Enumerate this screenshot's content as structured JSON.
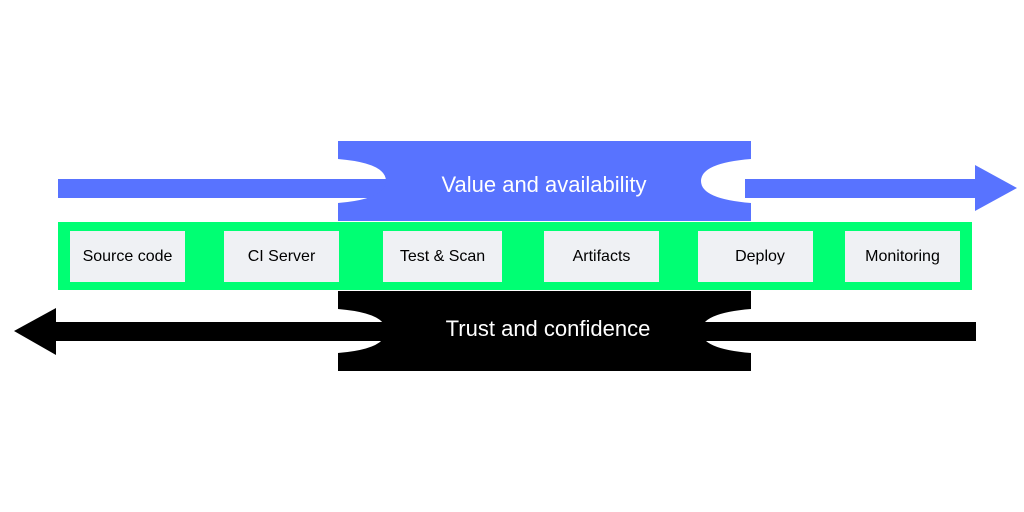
{
  "diagram": {
    "top_banner": {
      "label": "Value and availability",
      "color": "#5873ff",
      "direction": "right"
    },
    "bottom_banner": {
      "label": "Trust and confidence",
      "color": "#000000",
      "direction": "left"
    },
    "pipeline": {
      "band_color": "#00ff73",
      "box_color": "#eff1f4",
      "stages": [
        {
          "label": "Source code"
        },
        {
          "label": "CI Server"
        },
        {
          "label": "Test & Scan"
        },
        {
          "label": "Artifacts"
        },
        {
          "label": "Deploy"
        },
        {
          "label": "Monitoring"
        }
      ]
    }
  }
}
